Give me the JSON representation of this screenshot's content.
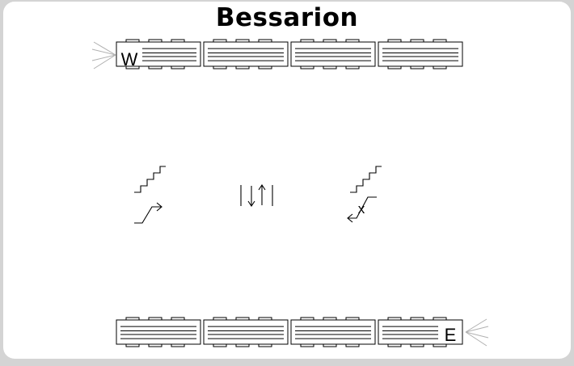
{
  "station": {
    "name": "Bessarion"
  },
  "platforms": {
    "west_label": "W",
    "east_label": "E"
  },
  "lines": {
    "crossing_marker": "x"
  },
  "icons": {
    "escalator_up": "escalator-up-icon",
    "escalator_down_crossed": "escalator-down-crossed-icon",
    "elevator": "elevator-icon",
    "train_end_lights": "train-lights-icon"
  },
  "colors": {
    "line": "#000000",
    "lights": "#b0b0b0",
    "background": "#d4d4d4",
    "panel": "#ffffff"
  }
}
